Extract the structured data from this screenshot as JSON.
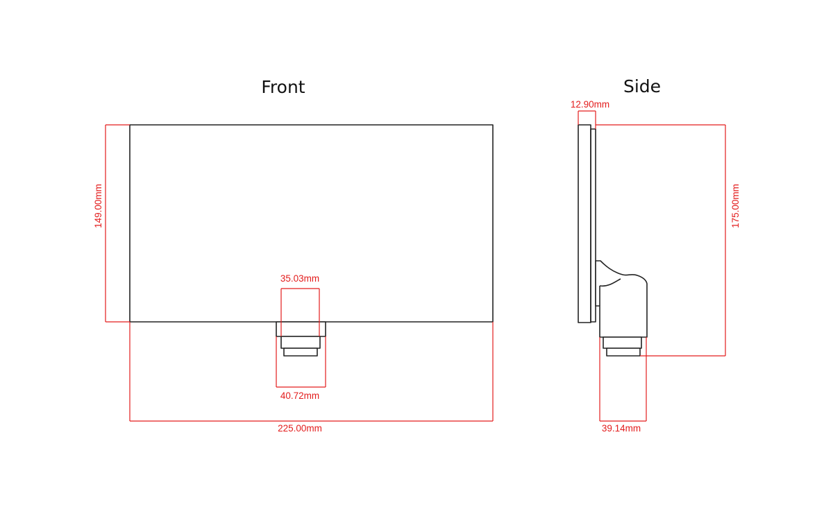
{
  "views": {
    "front": {
      "title": "Front"
    },
    "side": {
      "title": "Side"
    }
  },
  "dimensions": {
    "front_height": "149.00mm",
    "front_connector_inner_width": "35.03mm",
    "front_connector_outer_width": "40.72mm",
    "front_width": "225.00mm",
    "side_panel_thickness": "12.90mm",
    "side_total_height": "175.00mm",
    "side_mount_depth": "39.14mm"
  },
  "colors": {
    "outline": "#222222",
    "dimension": "#e31c1c",
    "background": "#ffffff"
  }
}
